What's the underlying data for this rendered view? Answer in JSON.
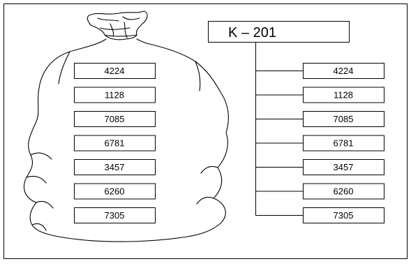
{
  "bag": {
    "numbers": [
      "4224",
      "1128",
      "7085",
      "6781",
      "3457",
      "6260",
      "7305"
    ]
  },
  "tree": {
    "root_label": "K – 201",
    "numbers": [
      "4224",
      "1128",
      "7085",
      "6781",
      "3457",
      "6260",
      "7305"
    ]
  }
}
